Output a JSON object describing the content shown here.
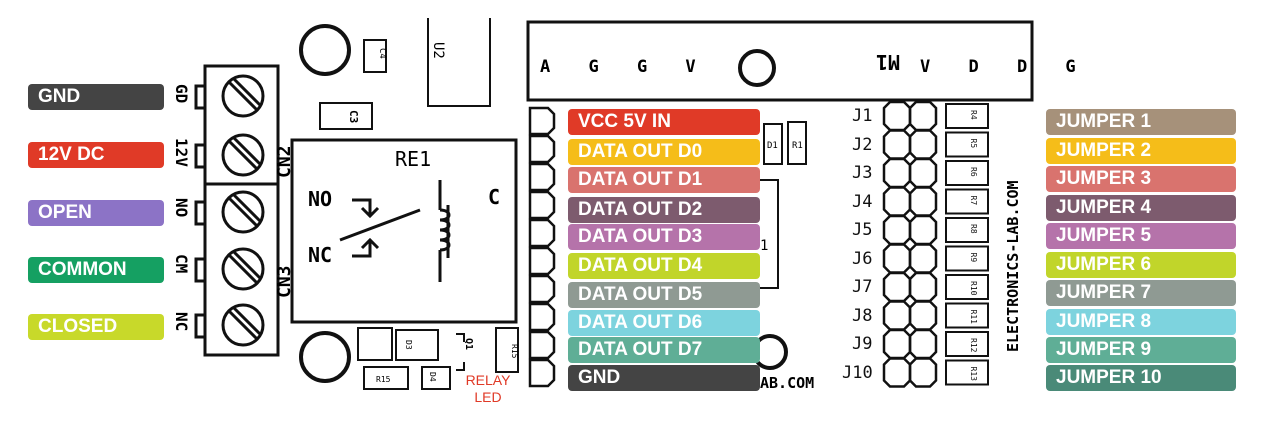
{
  "left_labels": [
    {
      "text": "GND",
      "color": "#444444"
    },
    {
      "text": "12V DC",
      "color": "#e03a27"
    },
    {
      "text": "OPEN",
      "color": "#8c73c6"
    },
    {
      "text": "COMMON",
      "color": "#15a062"
    },
    {
      "text": "CLOSED",
      "color": "#c8d92a"
    }
  ],
  "middle_labels": [
    {
      "text": "VCC 5V IN",
      "color": "#e03a27"
    },
    {
      "text": "DATA OUT D0",
      "color": "#f5bd19"
    },
    {
      "text": "DATA OUT D1",
      "color": "#d9736e"
    },
    {
      "text": "DATA OUT D2",
      "color": "#7d5b6e"
    },
    {
      "text": "DATA OUT D3",
      "color": "#b573aa"
    },
    {
      "text": "DATA OUT D4",
      "color": "#c1d52a"
    },
    {
      "text": "DATA OUT D5",
      "color": "#8f9a93"
    },
    {
      "text": "DATA OUT D6",
      "color": "#7dd3de"
    },
    {
      "text": "DATA OUT D7",
      "color": "#5fae96"
    },
    {
      "text": "GND",
      "color": "#444444"
    }
  ],
  "right_labels": [
    {
      "text": "JUMPER 1",
      "color": "#a6917a"
    },
    {
      "text": "JUMPER 2",
      "color": "#f5bd19"
    },
    {
      "text": "JUMPER 3",
      "color": "#d9736e"
    },
    {
      "text": "JUMPER 4",
      "color": "#7d5b6e"
    },
    {
      "text": "JUMPER 5",
      "color": "#b573aa"
    },
    {
      "text": "JUMPER 6",
      "color": "#c1d52a"
    },
    {
      "text": "JUMPER 7",
      "color": "#8f9a93"
    },
    {
      "text": "JUMPER 8",
      "color": "#7dd3de"
    },
    {
      "text": "JUMPER 9",
      "color": "#5fae96"
    },
    {
      "text": "JUMPER 10",
      "color": "#4a8a78"
    }
  ],
  "jumper_refs": [
    "J1",
    "J2",
    "J3",
    "J4",
    "J5",
    "J6",
    "J7",
    "J8",
    "J9",
    "J10"
  ],
  "resistor_refs": [
    "R4",
    "R5",
    "R6",
    "R7",
    "R8",
    "R9",
    "R10",
    "R11",
    "R12",
    "R13"
  ],
  "silkscreen": {
    "relay": "RE1",
    "relay_c": "C",
    "no": "NO",
    "nc": "NC",
    "cn2": "CN2",
    "cn3": "CN3",
    "gd": "GD",
    "v12": "12V",
    "no_side": "NO",
    "cm_side": "CM",
    "nc_side": "NC",
    "c4": "C4",
    "c3": "C3",
    "u2": "U2",
    "m1": "M1",
    "module_pins_left": "A G G V",
    "module_pins_right": "V D D G",
    "d1": "D1",
    "r1": "R1",
    "d3": "D3",
    "d4": "D4",
    "r15a": "R15",
    "r15b": "R15",
    "q1": "Q1",
    "relay_led": "RELAY LED",
    "site": "ELECTRONICS-LAB.COM",
    "site_partial": "AB.COM",
    "one": "1"
  }
}
